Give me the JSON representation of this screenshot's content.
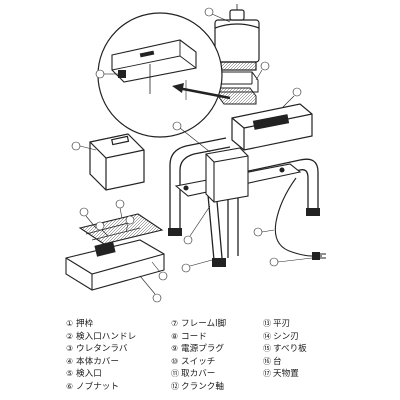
{
  "legend": {
    "col1": [
      {
        "num": "①",
        "label": "押枠"
      },
      {
        "num": "②",
        "label": "検入口ハンドレ"
      },
      {
        "num": "③",
        "label": "ウレタンラバ"
      },
      {
        "num": "④",
        "label": "本体カバー"
      },
      {
        "num": "⑤",
        "label": "検入口"
      },
      {
        "num": "⑥",
        "label": "ノブナット"
      }
    ],
    "col2": [
      {
        "num": "⑦",
        "label": "フレームl脚"
      },
      {
        "num": "⑧",
        "label": "コード"
      },
      {
        "num": "⑨",
        "label": "電源プラグ"
      },
      {
        "num": "⑩",
        "label": "スイッチ"
      },
      {
        "num": "⑪",
        "label": "取カバー"
      },
      {
        "num": "⑫",
        "label": "クランク軸"
      }
    ],
    "col3": [
      {
        "num": "⑬",
        "label": "平刃"
      },
      {
        "num": "⑭",
        "label": "シン刃"
      },
      {
        "num": "⑮",
        "label": "すべり板"
      },
      {
        "num": "⑯",
        "label": "台"
      },
      {
        "num": "⑰",
        "label": "天物置"
      }
    ]
  },
  "colors": {
    "line": "#222222",
    "fill": "#ffffff",
    "shade": "#d8d8d8"
  }
}
